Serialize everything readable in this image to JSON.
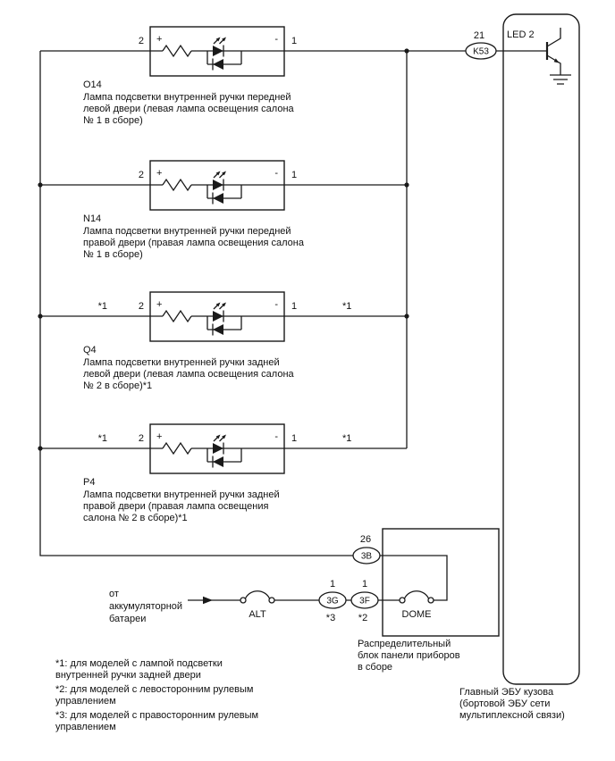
{
  "colors": {
    "line": "#1a1a1a",
    "background": "#ffffff"
  },
  "ecu": {
    "pin": "21",
    "connector": "K53",
    "terminal_label": "LED 2",
    "caption": [
      "Главный ЭБУ кузова",
      "(бортовой ЭБУ сети",
      "мультиплексной связи)"
    ]
  },
  "junction_block": {
    "caption": [
      "Распределительный",
      "блок панели приборов",
      "в сборе"
    ],
    "conn_3b": {
      "pin": "26",
      "label": "3B"
    },
    "conn_3g": {
      "pin": "1",
      "label": "3G",
      "note": "*3"
    },
    "conn_3f": {
      "pin": "1",
      "label": "3F",
      "note": "*2"
    },
    "fuse_dome": "DOME"
  },
  "power": {
    "source_lines": [
      "от",
      "аккумуляторной",
      "батареи"
    ],
    "fuse_alt": "ALT"
  },
  "lamps": [
    {
      "id": "O14",
      "pin_left": "2",
      "pin_right": "1",
      "plus": "+",
      "minus": "-",
      "desc": [
        "Лампа подсветки внутренней ручки передней",
        "левой двери (левая лампа освещения салона",
        "№ 1 в сборе)"
      ]
    },
    {
      "id": "N14",
      "pin_left": "2",
      "pin_right": "1",
      "plus": "+",
      "minus": "-",
      "desc": [
        "Лампа подсветки внутренней ручки передней",
        "правой двери (правая лампа освещения салона",
        "№ 1 в сборе)"
      ]
    },
    {
      "id": "Q4",
      "pin_left": "2",
      "pin_right": "1",
      "plus": "+",
      "minus": "-",
      "note_left": "*1",
      "note_right": "*1",
      "desc": [
        "Лампа подсветки внутренней ручки задней",
        "левой двери (левая лампа освещения салона",
        "№ 2 в сборе)*1"
      ]
    },
    {
      "id": "P4",
      "pin_left": "2",
      "pin_right": "1",
      "plus": "+",
      "minus": "-",
      "note_left": "*1",
      "note_right": "*1",
      "desc": [
        "Лампа подсветки внутренней ручки задней",
        "правой двери (правая лампа освещения",
        "салона № 2 в сборе)*1"
      ]
    }
  ],
  "footnotes": [
    [
      "*1: для моделей с лампой подсветки",
      "внутренней ручки задней двери"
    ],
    [
      "*2: для моделей с левосторонним рулевым",
      "управлением"
    ],
    [
      "*3: для моделей с правосторонним рулевым",
      "управлением"
    ]
  ]
}
